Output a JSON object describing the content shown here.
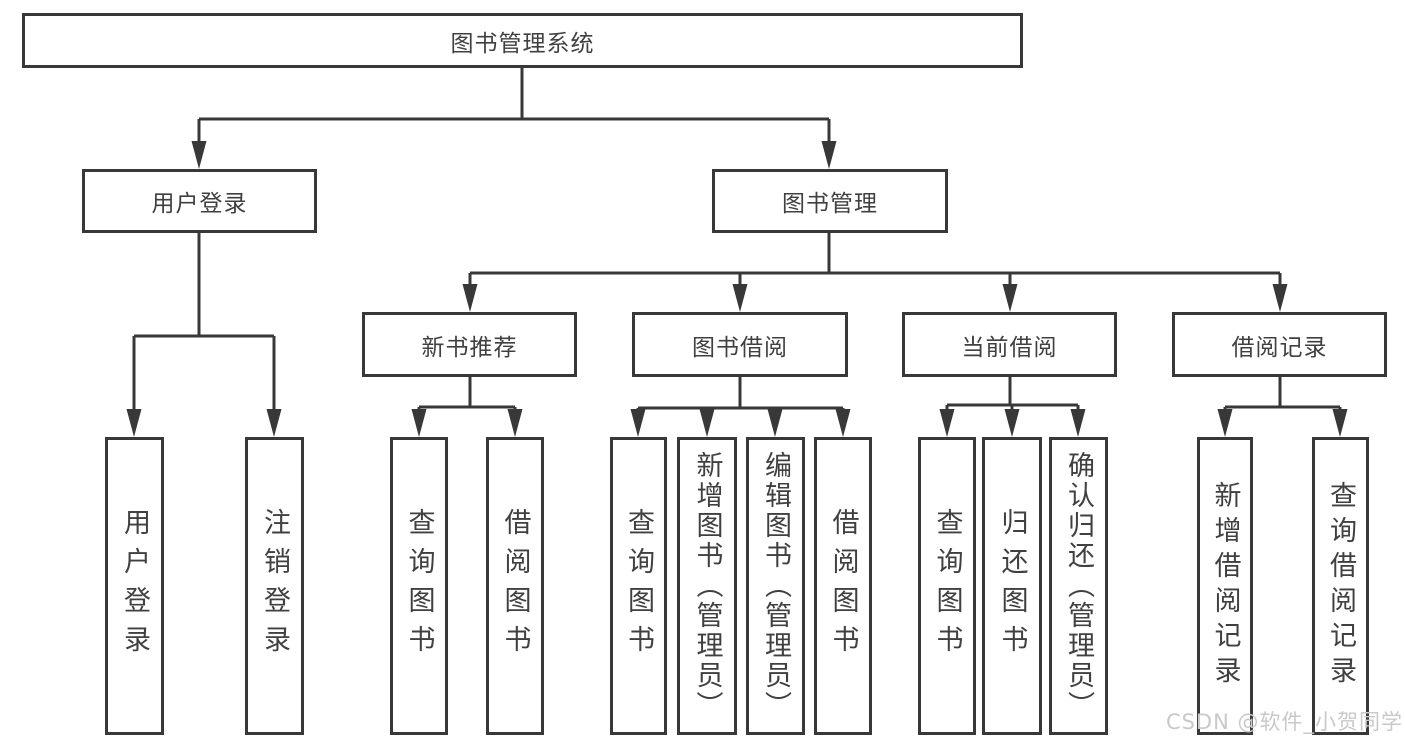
{
  "diagram": {
    "root": {
      "label": "图书管理系统"
    },
    "level1": [
      {
        "label": "用户登录"
      },
      {
        "label": "图书管理"
      }
    ],
    "level2": [
      {
        "label": "新书推荐"
      },
      {
        "label": "图书借阅"
      },
      {
        "label": "当前借阅"
      },
      {
        "label": "借阅记录"
      }
    ],
    "leaves": {
      "user_login": [
        {
          "label": "用户登录"
        },
        {
          "label": "注销登录"
        }
      ],
      "new_book": [
        {
          "label": "查询图书"
        },
        {
          "label": "借阅图书"
        }
      ],
      "book_borrow": [
        {
          "label": "查询图书"
        },
        {
          "label": "新增图书（管理员）"
        },
        {
          "label": "编辑图书（管理员）"
        },
        {
          "label": "借阅图书"
        }
      ],
      "current_borrow": [
        {
          "label": "查询图书"
        },
        {
          "label": "归还图书"
        },
        {
          "label": "确认归还（管理员）"
        }
      ],
      "borrow_record": [
        {
          "label": "新增借阅记录"
        },
        {
          "label": "查询借阅记录"
        }
      ]
    }
  },
  "watermark": {
    "text": "CSDN @软件_小贺同学"
  },
  "colors": {
    "line": "#383838",
    "text": "#404040",
    "watermark": "#c9c9c9",
    "background": "#ffffff"
  }
}
